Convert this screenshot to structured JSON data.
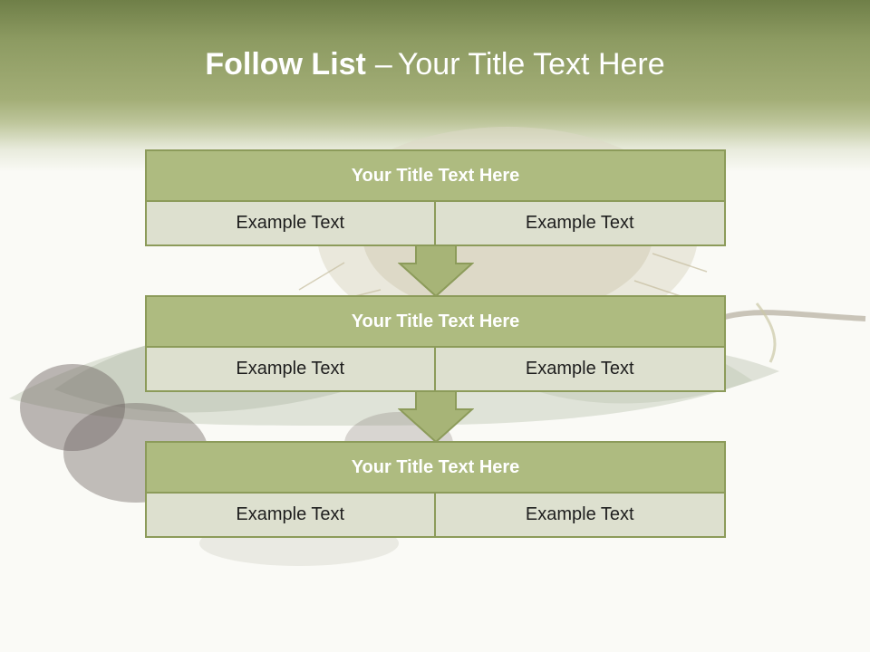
{
  "slide": {
    "title_bold": "Follow List",
    "title_dash": "–",
    "title_rest": "Your Title Text Here"
  },
  "colors": {
    "band_dark": "#6f7f48",
    "header_fill": "#aebb80",
    "border": "#8c9b5a",
    "cell_fill": "#dde0cf",
    "arrow_fill": "#a7b477"
  },
  "blocks": [
    {
      "title": "Your Title Text Here",
      "cells": [
        "Example Text",
        "Example Text"
      ]
    },
    {
      "title": "Your Title Text Here",
      "cells": [
        "Example Text",
        "Example Text"
      ]
    },
    {
      "title": "Your Title Text Here",
      "cells": [
        "Example Text",
        "Example Text"
      ]
    }
  ],
  "icons": [
    "down-arrow-icon",
    "down-arrow-icon"
  ]
}
